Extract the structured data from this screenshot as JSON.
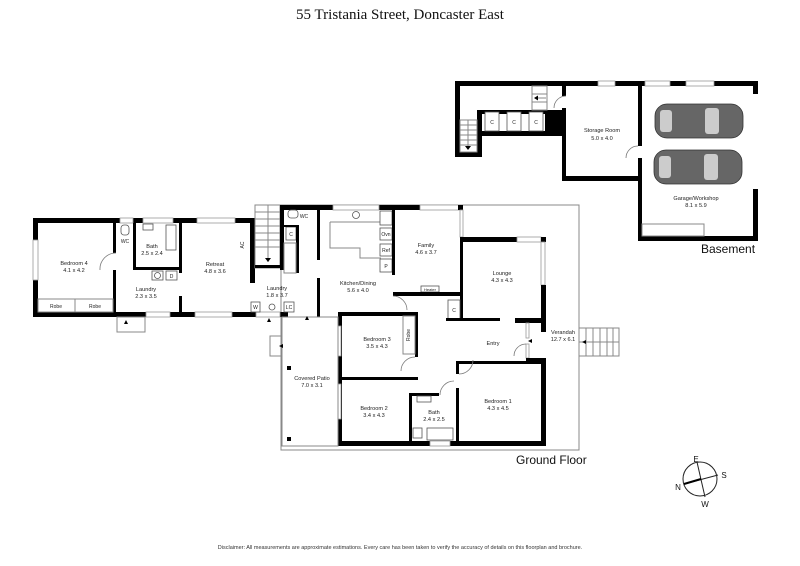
{
  "title": "55 Tristania Street, Doncaster East",
  "floors": {
    "basement": {
      "label": "Basement",
      "rooms": [
        {
          "name": "Storage Room",
          "size": "5.0 x 4.0"
        },
        {
          "name": "Garage/Workshop",
          "size": "8.1 x 5.9"
        }
      ],
      "cupboards": [
        "C",
        "C",
        "C"
      ]
    },
    "ground": {
      "label": "Ground Floor",
      "rooms": [
        {
          "name": "Bedroom 4",
          "size": "4.1 x 4.2"
        },
        {
          "name": "Bath",
          "size": "2.5 x 2.4"
        },
        {
          "name": "Laundry",
          "size": "2.3 x 3.5"
        },
        {
          "name": "Retreat",
          "size": "4.8 x 3.6"
        },
        {
          "name": "Laundry",
          "size": "1.8 x 3.7"
        },
        {
          "name": "Kitchen/Dining",
          "size": "5.6 x 4.0"
        },
        {
          "name": "Family",
          "size": "4.6 x 3.7"
        },
        {
          "name": "Lounge",
          "size": "4.3 x 4.3"
        },
        {
          "name": "Bedroom 3",
          "size": "3.5 x 4.3"
        },
        {
          "name": "Entry",
          "size": ""
        },
        {
          "name": "Verandah",
          "size": "12.7 x 6.1"
        },
        {
          "name": "Covered Patio",
          "size": "7.0 x 3.1"
        },
        {
          "name": "Bedroom 2",
          "size": "3.4 x 4.3"
        },
        {
          "name": "Bath",
          "size": "2.4 x 2.5"
        },
        {
          "name": "Bedroom 1",
          "size": "4.3 x 4.5"
        }
      ],
      "fixtures": {
        "wc1": "WC",
        "wc2": "WC",
        "robe1": "Robe",
        "robe2": "Robe",
        "robe3": "Robe",
        "dryer": "D",
        "ac": "AC",
        "w": "W",
        "lc": "LC",
        "cupboard1": "C",
        "cupboard2": "C",
        "oven": "Ovn",
        "fridge": "Ref",
        "pantry": "P",
        "heater": "Heater"
      }
    }
  },
  "compass": {
    "e": "E",
    "s": "S",
    "n": "N",
    "w": "W"
  },
  "disclaimer": "Disclaimer: All measurements are approximate estimations. Every care has been taken to verify the accuracy of details on this floorplan and brochure."
}
